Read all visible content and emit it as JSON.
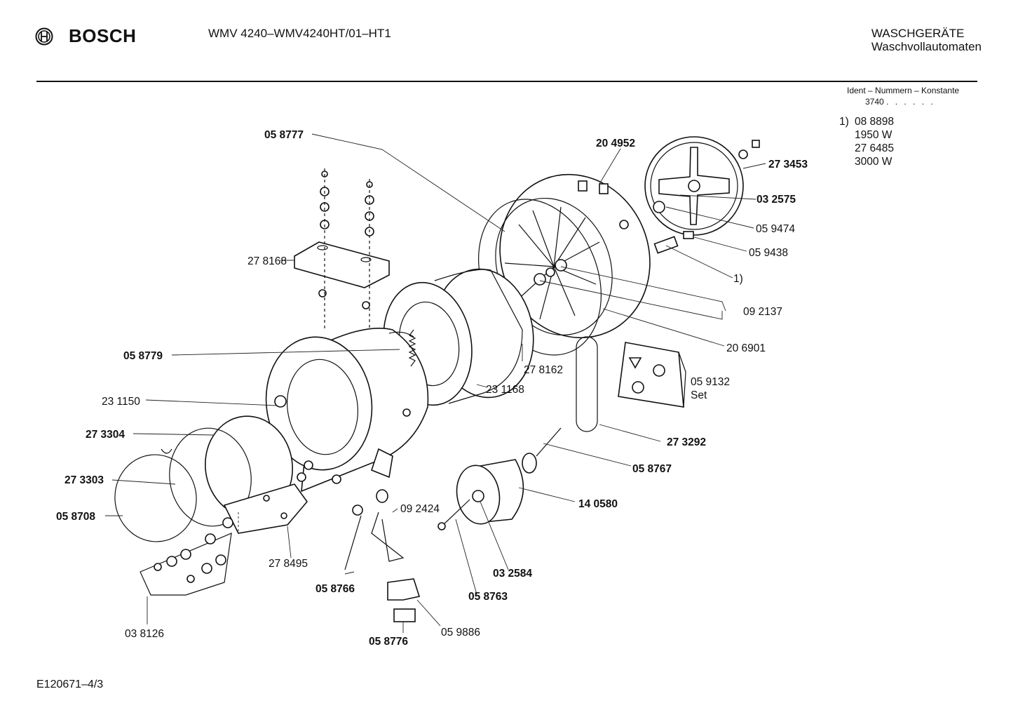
{
  "header": {
    "brand": "BOSCH",
    "model": "WMV 4240–WMV4240HT/01–HT1",
    "category_line1": "WASCHGERÄTE",
    "category_line2": "Waschvollautomaten"
  },
  "ident": {
    "title": "Ident – Nummern – Konstante",
    "value": "3740",
    "dots": ". .  . . . ."
  },
  "note": {
    "marker": "1)",
    "lines": [
      "08 8898",
      "1950 W",
      "27 6485",
      "3000 W"
    ]
  },
  "footer": {
    "code": "E120671–4/3"
  },
  "labels": [
    {
      "id": "l-058777",
      "text": "05 8777",
      "bold": true
    },
    {
      "id": "l-204952",
      "text": "20 4952",
      "bold": true
    },
    {
      "id": "l-273453",
      "text": "27 3453",
      "bold": true
    },
    {
      "id": "l-032575",
      "text": "03 2575",
      "bold": true
    },
    {
      "id": "l-059474",
      "text": "05 9474",
      "bold": false
    },
    {
      "id": "l-059438",
      "text": "05 9438",
      "bold": false
    },
    {
      "id": "l-note1",
      "text": "1)",
      "bold": false
    },
    {
      "id": "l-092137",
      "text": "09 2137",
      "bold": false
    },
    {
      "id": "l-206901",
      "text": "20 6901",
      "bold": false
    },
    {
      "id": "l-278168",
      "text": "27 8168",
      "bold": false
    },
    {
      "id": "l-058779",
      "text": "05 8779",
      "bold": true
    },
    {
      "id": "l-278162",
      "text": "27 8162",
      "bold": false
    },
    {
      "id": "l-231168",
      "text": "23 1168",
      "bold": false
    },
    {
      "id": "l-059132",
      "text": "05 9132",
      "bold": false
    },
    {
      "id": "l-set",
      "text": "Set",
      "bold": false
    },
    {
      "id": "l-231150",
      "text": "23 1150",
      "bold": false
    },
    {
      "id": "l-273304",
      "text": "27 3304",
      "bold": true
    },
    {
      "id": "l-273292",
      "text": "27 3292",
      "bold": true
    },
    {
      "id": "l-058767",
      "text": "05 8767",
      "bold": true
    },
    {
      "id": "l-273303",
      "text": "27 3303",
      "bold": true
    },
    {
      "id": "l-140580",
      "text": "14 0580",
      "bold": true
    },
    {
      "id": "l-058708",
      "text": "05 8708",
      "bold": true
    },
    {
      "id": "l-092424",
      "text": "09 2424",
      "bold": false
    },
    {
      "id": "l-278495",
      "text": "27 8495",
      "bold": false
    },
    {
      "id": "l-032584",
      "text": "03 2584",
      "bold": true
    },
    {
      "id": "l-058766",
      "text": "05 8766",
      "bold": true
    },
    {
      "id": "l-058763",
      "text": "05 8763",
      "bold": true
    },
    {
      "id": "l-038126",
      "text": "03 8126",
      "bold": false
    },
    {
      "id": "l-059886",
      "text": "05 9886",
      "bold": false
    },
    {
      "id": "l-058776",
      "text": "05 8776",
      "bold": true
    }
  ]
}
